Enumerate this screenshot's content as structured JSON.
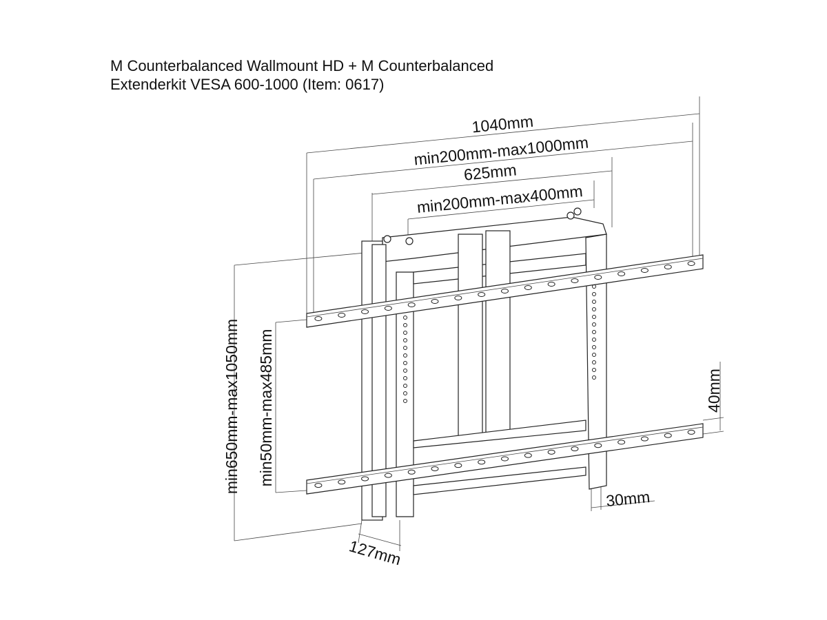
{
  "title": {
    "line1": "M Counterbalanced Wallmount HD + M Counterbalanced",
    "line2": "Extenderkit VESA 600-1000 (Item: 0617)"
  },
  "dimensions": {
    "overall_width": "1040mm",
    "vesa_width_range": "min200mm-max1000mm",
    "frame_width": "625mm",
    "frame_vesa_range": "min200mm-max400mm",
    "overall_height_range": "min650mm-max1050mm",
    "vesa_height_range": "min50mm-max485mm",
    "bar_height": "40mm",
    "bar_depth": "30mm",
    "wall_depth": "127mm"
  }
}
